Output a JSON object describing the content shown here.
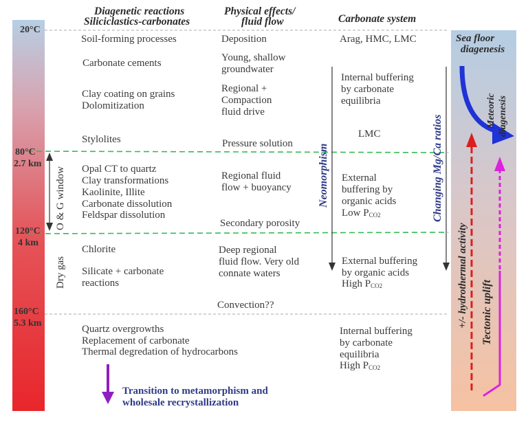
{
  "headers": {
    "diagenetic_line1": "Diagenetic reactions",
    "diagenetic_line2": "Siliciclastics-carbonates",
    "physical_line1": "Physical effects/",
    "physical_line2": "fluid flow",
    "carbonate": "Carbonate system"
  },
  "temps": {
    "t20": "20°C",
    "t80": "80°C",
    "d80": "2.7 km",
    "t120": "120°C",
    "d120": "4 km",
    "t160": "160°C",
    "d160": "5.3 km"
  },
  "diagenetic": {
    "soil": "Soil-forming processes",
    "carb_cements": "Carbonate cements",
    "clay_coating": "Clay coating on grains",
    "dolomitization": "Dolomitization",
    "stylolites": "Stylolites",
    "opal": "Opal CT to quartz",
    "clay_transf": "Clay transformations",
    "kaolinite": "Kaolinite, Illite",
    "carb_dissolution": "Carbonate dissolution",
    "feldspar": "Feldspar dissolution",
    "chlorite": "Chlorite",
    "silicate1": "Silicate + carbonate",
    "silicate2": "reactions",
    "quartz_og": "Quartz overgrowths",
    "replacement": "Replacement of carbonate",
    "thermal": "Thermal degredation of hydrocarbons"
  },
  "physical": {
    "deposition": "Deposition",
    "young1": "Young, shallow",
    "young2": "groundwater",
    "regional1": "Regional +",
    "regional2": "Compaction",
    "regional3": "fluid drive",
    "pressure": "Pressure solution",
    "regfluid1": "Regional fluid",
    "regfluid2": "flow + buoyancy",
    "secondary": "Secondary porosity",
    "deep1": "Deep regional",
    "deep2": "fluid flow. Very old",
    "deep3": "connate waters",
    "convection": "Convection??"
  },
  "carbonate": {
    "minerals": "Arag, HMC, LMC",
    "internal1": "Internal buffering",
    "internal2": "by carbonate",
    "internal3": "equilibria",
    "lmc": "LMC",
    "external1": "External",
    "external2": "buffering by",
    "external3": "organic acids",
    "low_p": "Low P",
    "p_sub": "CO2",
    "ext2_1": "External buffering",
    "ext2_2": "by organic acids",
    "high_p": "High P",
    "int2_1": "Internal buffering",
    "int2_2": "by carbonate",
    "int2_3": "equilibria",
    "high_p2": "High P"
  },
  "vertical_labels": {
    "og_window": "O & G window",
    "dry_gas": "Dry gas",
    "neomorphism": "Neomorphism",
    "mgca": "Changing Mg/Ca ratios",
    "hydrothermal": "+/- hydrothermal activity",
    "tectonic": "Tectonic uplift",
    "meteoric1": "Meteoric",
    "meteoric2": "diagenesis"
  },
  "right_panel": {
    "sea_floor1": "Sea floor",
    "sea_floor2": "diagenesis"
  },
  "footer": {
    "line1": "Transition to metamorphism and",
    "line2": "wholesale recrystallization"
  },
  "colors": {
    "thermometer_top": "#b7cfe4",
    "thermometer_bottom": "#e8262b",
    "panel_top": "#b5cde3",
    "panel_bottom": "#f6c2a2",
    "navy_text": "#2e3a87",
    "green_dash": "#33bb55",
    "gray_dash": "#aaaaaa",
    "blue_arrow": "#1f33d6",
    "red_dash": "#dd1e1e",
    "magenta": "#dd22dd",
    "purple_arrow": "#8f1fc0"
  }
}
